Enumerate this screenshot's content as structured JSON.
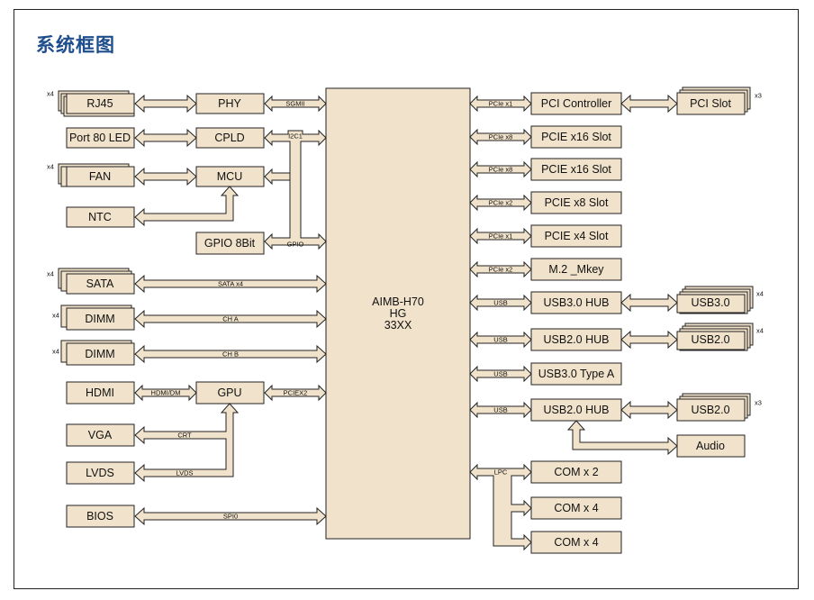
{
  "title": "系统框图",
  "cpu": {
    "line1": "AIMB-H70",
    "line2": "HG",
    "line3": "33XX"
  },
  "left_blocks": {
    "rj45": "RJ45",
    "phy": "PHY",
    "port80": "Port 80 LED",
    "cpld": "CPLD",
    "fan": "FAN",
    "mcu": "MCU",
    "ntc": "NTC",
    "gpio": "GPIO 8Bit",
    "sata": "SATA",
    "dimm_a": "DIMM",
    "dimm_b": "DIMM",
    "hdmi": "HDMI",
    "gpu": "GPU",
    "vga": "VGA",
    "lvds": "LVDS",
    "bios": "BIOS"
  },
  "left_links": {
    "sgmii": "SGMII",
    "i2c1": "I2C1",
    "gpio_bus": "GPIO",
    "sata_bus": "SATA x4",
    "cha": "CH A",
    "chb": "CH B",
    "hdmi_dm": "HDMI/DM",
    "pciex2": "PCIEX2",
    "crt": "CRT",
    "lvds_link": "LVDS",
    "spi0": "SPI0"
  },
  "right_blocks": {
    "pci_ctrl": "PCI Controller",
    "pci_slot": "PCI Slot",
    "pcie16a": "PCIE x16 Slot",
    "pcie16b": "PCIE x16 Slot",
    "pcie8": "PCIE x8 Slot",
    "pcie4": "PCIE x4 Slot",
    "m2": "M.2 _Mkey",
    "usb30hub": "USB3.0 HUB",
    "usb30": "USB3.0",
    "usb20hub_a": "USB2.0 HUB",
    "usb20_a": "USB2.0",
    "usb30a": "USB3.0 Type A",
    "usb20hub_b": "USB2.0 HUB",
    "usb20_b": "USB2.0",
    "audio": "Audio",
    "com1": "COM x 2",
    "com2": "COM x 4",
    "com3": "COM x 4"
  },
  "right_links": {
    "pcie_x1_a": "PCIe x1",
    "pcie_x8_a": "PCIe x8",
    "pcie_x8_b": "PCIe x8",
    "pcie_x2_a": "PCIe x2",
    "pcie_x1_b": "PCIe x1",
    "pcie_x2_b": "PCIe x2",
    "usb_a": "USB",
    "usb_b": "USB",
    "usb_c": "USB",
    "usb_d": "USB",
    "lpc": "LPC"
  },
  "counts": {
    "rj45": "x4",
    "fan": "x4",
    "sata": "x4",
    "dimm_a": "x4",
    "dimm_b": "x4",
    "pci_slot": "x3",
    "usb30": "x4",
    "usb20_a": "x4",
    "usb20_b": "x3"
  }
}
